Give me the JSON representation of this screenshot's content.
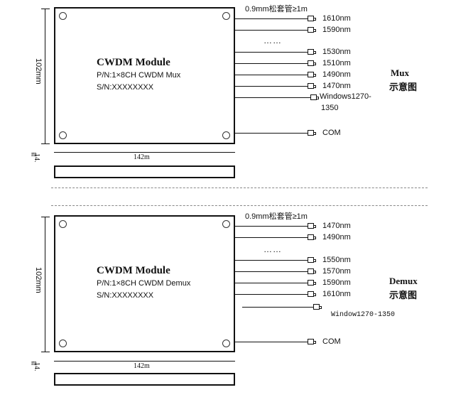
{
  "mux": {
    "tube_label": "0.9mm松套管≥1m",
    "module_title": "CWDM Module",
    "pn": "P/N:1×8CH CWDM Mux",
    "sn": "S/N:XXXXXXXX",
    "height_label": "102mm",
    "width_label": "142m",
    "thickness_label": "14.",
    "m_label": "m",
    "ports_top": [
      "1610nm",
      "1590nm"
    ],
    "dots": "……",
    "ports_bottom": [
      "1530nm",
      "1510nm",
      "1490nm",
      "1470nm"
    ],
    "window_label_1": "Windows1270-",
    "window_label_2": "1350",
    "com_label": "COM",
    "caption_1": "Mux",
    "caption_2": "示意图"
  },
  "demux": {
    "tube_label": "0.9mm松套管≥1m",
    "module_title": "CWDM Module",
    "pn": "P/N:1×8CH CWDM Demux",
    "sn": "S/N:XXXXXXXX",
    "height_label": "102mm",
    "width_label": "142m",
    "thickness_label": "14.",
    "m_label": "m",
    "ports_top": [
      "1470nm",
      "1490nm"
    ],
    "dots": "……",
    "ports_bottom": [
      "1550nm",
      "1570nm",
      "1590nm",
      "1610nm"
    ],
    "window_label": "Window1270-1350",
    "com_label": "COM",
    "caption_1": "Demux",
    "caption_2": "示意图"
  }
}
